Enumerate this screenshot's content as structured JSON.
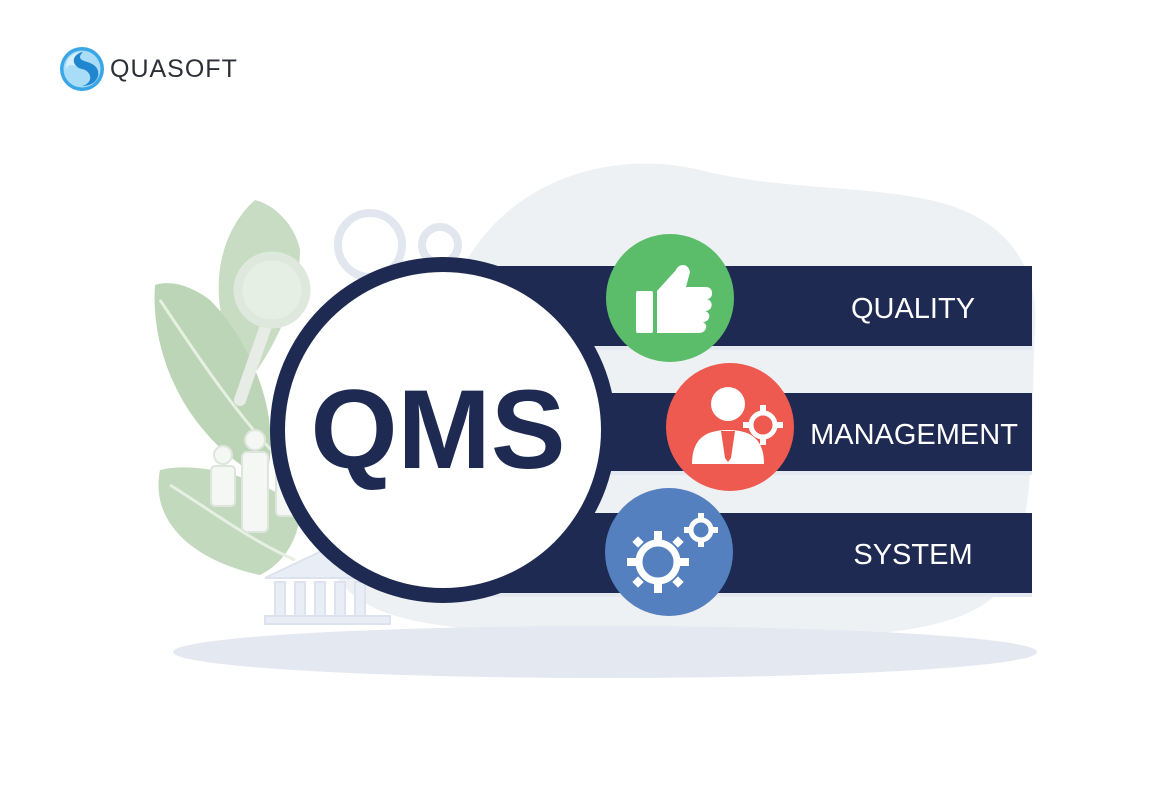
{
  "brand": {
    "name": "QUASOFT",
    "colors": {
      "primary": "#3aa6e6",
      "dark": "#1e2a52"
    }
  },
  "hero": {
    "acronym": "QMS",
    "rows": [
      {
        "label": "QUALITY",
        "icon": "thumbs-up-icon",
        "color": "#5bbd6a"
      },
      {
        "label": "MANAGEMENT",
        "icon": "businessman-gear-icon",
        "color": "#ee5a4f"
      },
      {
        "label": "SYSTEM",
        "icon": "gears-icon",
        "color": "#5580c0"
      }
    ]
  }
}
